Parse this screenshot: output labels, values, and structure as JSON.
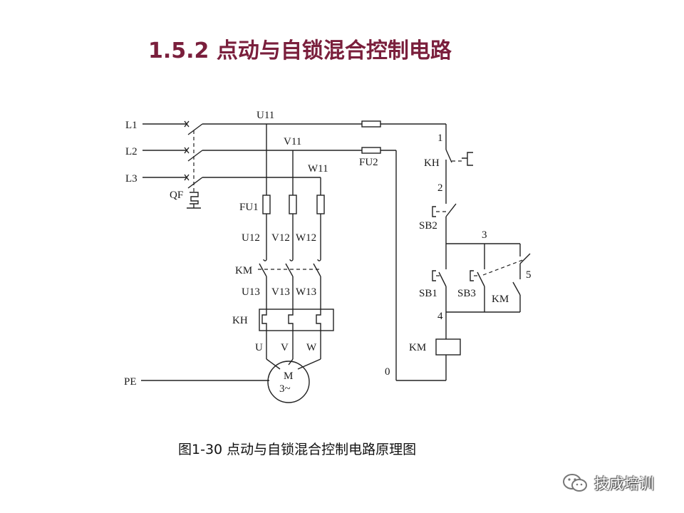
{
  "title": "1.5.2  点动与自锁混合控制电路",
  "caption": "图1-30  点动与自锁混合控制电路原理图",
  "watermark": "技成培训",
  "labels": {
    "l1": "L1",
    "l2": "L2",
    "l3": "L3",
    "pe": "PE",
    "qf": "QF",
    "u11": "U11",
    "v11": "V11",
    "w11": "W11",
    "fu1": "FU1",
    "fu2": "FU2",
    "u12": "U12",
    "v12": "V12",
    "w12": "W12",
    "km_main": "KM",
    "u13": "U13",
    "v13": "V13",
    "w13": "W13",
    "kh_main": "KH",
    "u": "U",
    "v": "V",
    "w": "W",
    "motor_m": "M",
    "motor_phase": "3~",
    "node1": "1",
    "kh_ctrl": "KH",
    "node2": "2",
    "sb2": "SB2",
    "node3": "3",
    "node5": "5",
    "sb1": "SB1",
    "sb3": "SB3",
    "km_aux": "KM",
    "node4": "4",
    "km_coil": "KM",
    "node0": "0"
  },
  "colors": {
    "title": "#7a1f3c",
    "wire": "#222222",
    "text": "#111111"
  },
  "icons": {
    "watermark_logo": "wechat-icon"
  }
}
